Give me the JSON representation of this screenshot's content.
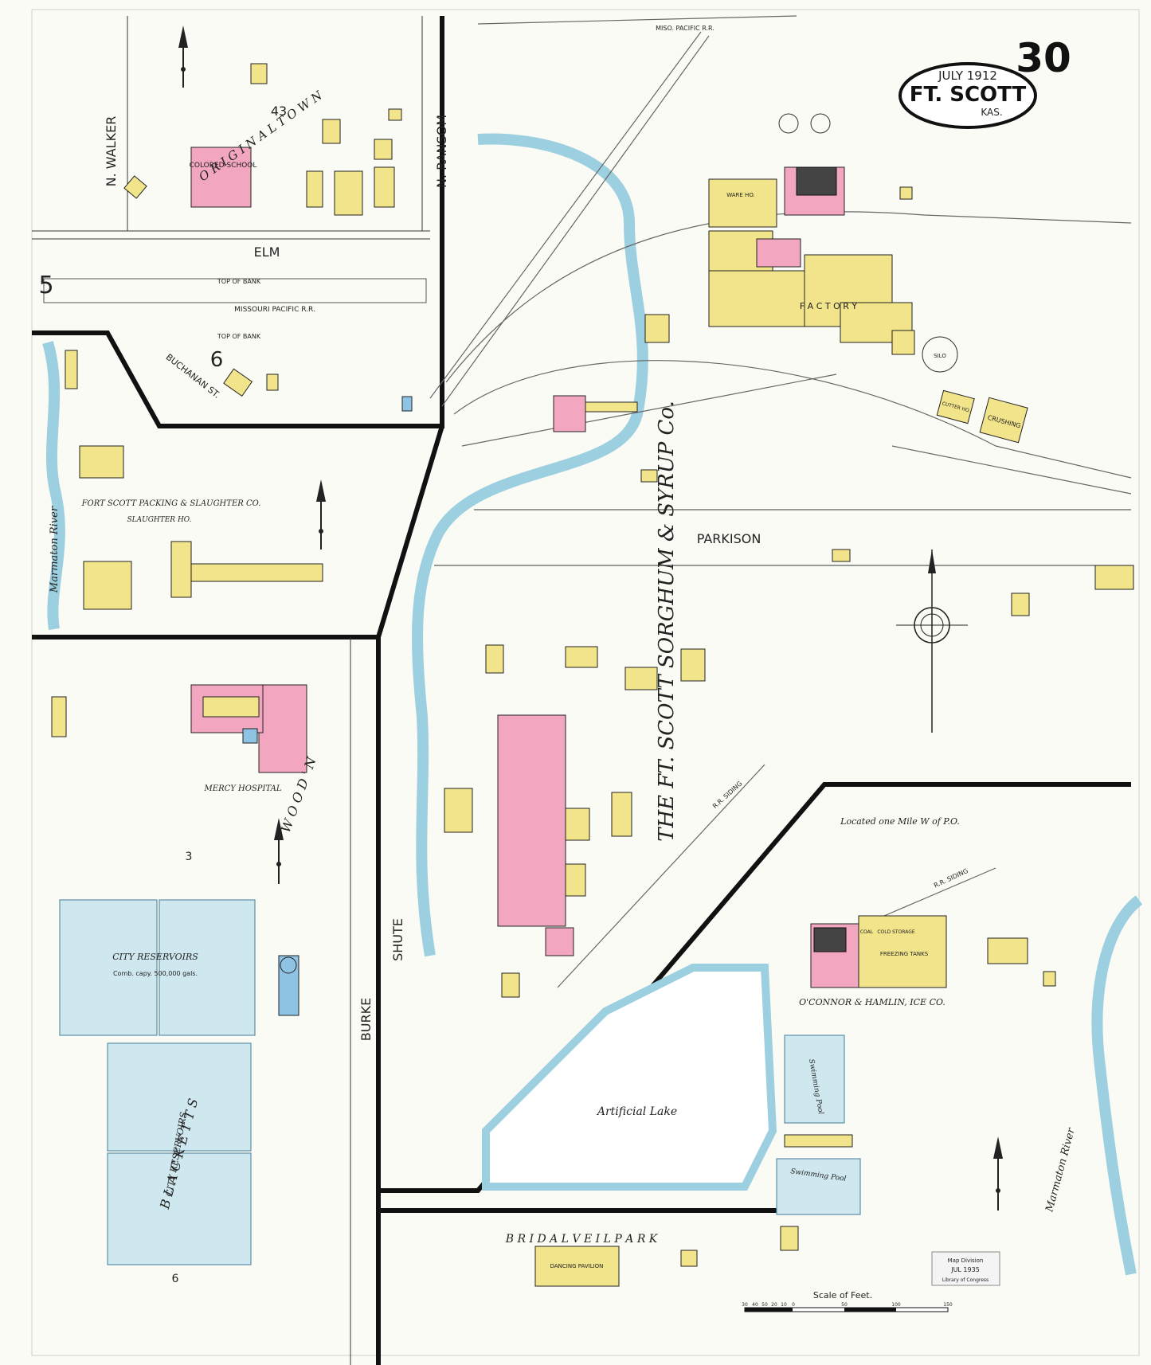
{
  "header": {
    "sheet_number": "30",
    "cartouche_date": "JULY 1912",
    "cartouche_city": "FT. SCOTT",
    "cartouche_state": "KAS."
  },
  "streets": {
    "n_walker": "N. WALKER",
    "n_ransom": "N. RANSOM",
    "elm": "ELM",
    "parkison": "PARKISON",
    "shute": "SHUTE",
    "burke": "BURKE",
    "buchanan": "BUCHANAN ST.",
    "original_town": "O R I G I N A L   T O W N",
    "blackett": "B L A C K E T T S",
    "wood_n": "W O O D ' N"
  },
  "block_numbers": {
    "b43": "43",
    "b6a": "6",
    "b3": "3",
    "b6b": "6",
    "b5": "5"
  },
  "railroads": {
    "mo_pacific": "MISSOURI PACIFIC R.R.",
    "top_of_bank_1": "TOP OF BANK",
    "top_of_bank_2": "TOP OF BANK",
    "mo_pacific_top": "MISO. PACIFIC R.R.",
    "rr_siding_1": "R.R. SIDING",
    "rr_siding_2": "R.R. SIDING"
  },
  "water": {
    "marmaton_left": "Marmaton River",
    "marmaton_right": "Marmaton River",
    "artificial_lake": "Artificial Lake",
    "city_reservoirs_1": "CITY RESERVOIRS",
    "city_reservoirs_1_cap": "Comb. capy. 500,000 gals.",
    "city_reservoirs_2": "CITY RESERVOIRS",
    "swimming_pool_1": "Swimming Pool",
    "swimming_pool_2": "Swimming Pool"
  },
  "buildings": {
    "colored_school": "COLORED SCHOOL",
    "fort_scott_packing": "FORT SCOTT PACKING & SLAUGHTER CO.",
    "slaughter_ho": "SLAUGHTER HO.",
    "mercy_hospital": "MERCY HOSPITAL",
    "syrup_co": "THE FT. SCOTT SORGHUM & SYRUP Co.",
    "factory": "F A C T O R Y",
    "ware_ho": "WARE HO.",
    "silo": "SILO",
    "crushing": "CRUSHING",
    "cutter_ho": "CUTTER HO.",
    "ice_co": "O'CONNOR & HAMLIN, ICE CO.",
    "freezing_tanks": "FREEZING TANKS",
    "cold_storage": "COLD STORAGE",
    "coal": "COAL",
    "bridal_veil_park": "B R I D A L   V E I L   P A R K",
    "dancing_pavilion": "DANCING PAVILION",
    "located": "Located one Mile W of P.O."
  },
  "scale": {
    "label": "Scale of Feet.",
    "ticks": [
      "30",
      "40",
      "50",
      "20",
      "10",
      "0",
      "50",
      "100",
      "150"
    ]
  },
  "stamp": {
    "line1": "Map Division",
    "line2": "JUL 1935",
    "line3": "Library of Congress"
  }
}
